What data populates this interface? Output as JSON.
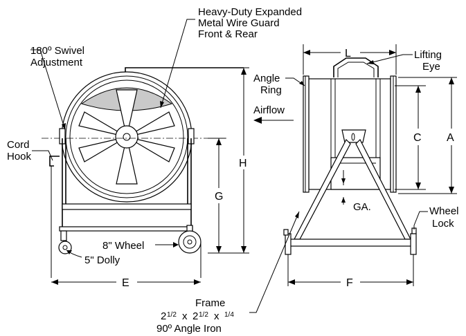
{
  "labels": {
    "guard_line1": "Heavy-Duty Expanded",
    "guard_line2": "Metal Wire Guard",
    "guard_line3": "Front & Rear",
    "swivel_line1": "180º Swivel",
    "swivel_line2": "Adjustment",
    "cord_line1": "Cord",
    "cord_line2": "Hook",
    "lifting_line1": "Lifting",
    "lifting_line2": "Eye",
    "angle_line1": "Angle",
    "angle_line2": "Ring",
    "airflow": "Airflow",
    "wheel_8": "8\" Wheel",
    "dolly_5": "5\" Dolly",
    "wheel_lock_line1": "Wheel",
    "wheel_lock_line2": "Lock",
    "ga": "GA.",
    "frame_title": "Frame",
    "frame_size_a": "2",
    "frame_size_a_frac": "1/2",
    "frame_size_x1": "x",
    "frame_size_b": "2",
    "frame_size_b_frac": "1/2",
    "frame_size_x2": "x",
    "frame_size_c_frac": "1/4",
    "frame_desc": "90º Angle Iron"
  },
  "dimensions": {
    "L": "L",
    "C": "C",
    "A": "A",
    "H": "H",
    "G": "G",
    "E": "E",
    "F": "F"
  }
}
